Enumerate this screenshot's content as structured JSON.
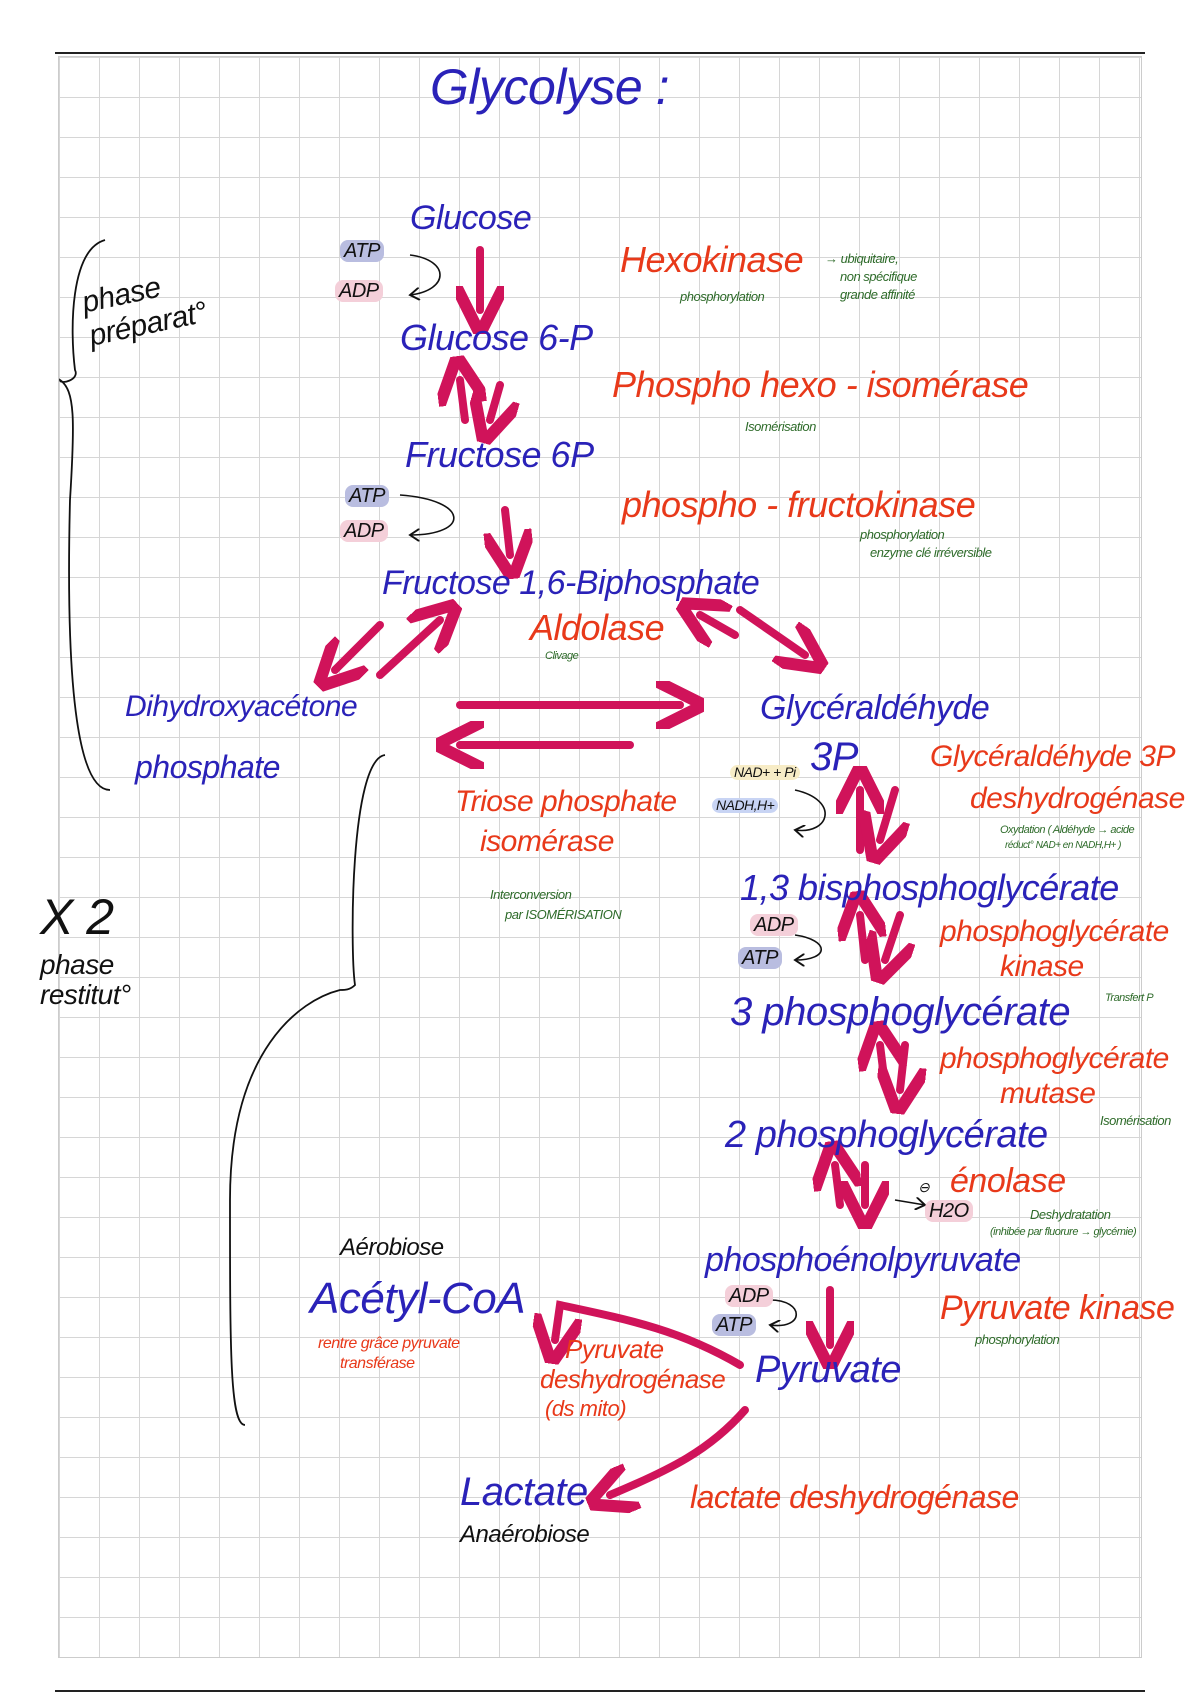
{
  "title": "Glycolyse :",
  "phases": {
    "preparation": "phase préparat°",
    "restitution_multiplier": "X 2",
    "restitution": "phase restitut°"
  },
  "metabolites": {
    "glucose": "Glucose",
    "glucose6p": "Glucose 6-P",
    "fructose6p": "Fructose 6P",
    "fructose16bp": "Fructose 1,6-Biphosphate",
    "dhap_1": "Dihydroxyacétone",
    "dhap_2": "phosphate",
    "g3p_1": "Glycéraldéhyde",
    "g3p_2": "3P",
    "bpg13": "1,3 bisphosphoglycérate",
    "pg3": "3 phosphoglycérate",
    "pg2": "2 phosphoglycérate",
    "pep": "phosphoénolpyruvate",
    "pyruvate": "Pyruvate",
    "acetylcoa": "Acétyl-CoA",
    "lactate": "Lactate"
  },
  "cofactors": {
    "atp1": "ATP",
    "adp1": "ADP",
    "atp2": "ATP",
    "adp2": "ADP",
    "nad": "NAD+ + Pi",
    "nadh": "NADH,H+",
    "adp3": "ADP",
    "atp3": "ATP",
    "h2o": "H2O",
    "adp4": "ADP",
    "atp4": "ATP"
  },
  "enzymes": {
    "hexokinase": "Hexokinase",
    "phi": "Phospho hexo - isomérase",
    "pfk": "phospho - fructokinase",
    "aldolase": "Aldolase",
    "tpi_1": "Triose phosphate",
    "tpi_2": "isomérase",
    "gapdh_1": "Glycéraldéhyde 3P",
    "gapdh_2": "deshydrogénase",
    "pgk_1": "phosphoglycérate",
    "pgk_2": "kinase",
    "pgm_1": "phosphoglycérate",
    "pgm_2": "mutase",
    "enolase": "énolase",
    "pk": "Pyruvate kinase",
    "pdh_1": "Pyruvate",
    "pdh_2": "deshydrogénase",
    "pdh_3": "(ds mito)",
    "ldh": "lactate deshydrogénase"
  },
  "notes": {
    "hexokinase_reaction": "phosphorylation",
    "hexokinase_props_1": "→ ubiquitaire,",
    "hexokinase_props_2": "non spécifique",
    "hexokinase_props_3": "grande affinité",
    "phi_reaction": "Isomérisation",
    "pfk_reaction": "phosphorylation",
    "pfk_props": "enzyme clé irréversible",
    "aldolase_reaction": "Clivage",
    "tpi_reaction_1": "Interconversion",
    "tpi_reaction_2": "par ISOMÉRISATION",
    "gapdh_reaction_1": "Oxydation ( Aldéhyde → acide",
    "gapdh_reaction_2": "réduct° NAD+ en NADH,H+ )",
    "pgk_reaction": "Transfert P",
    "pgm_reaction": "Isomérisation",
    "enolase_reaction_1": "Deshydratation",
    "enolase_reaction_2": "(inhibée par fluorure → glycémie)",
    "pk_reaction": "phosphorylation",
    "enolase_minus": "⊖",
    "aerobiose": "Aérobiose",
    "anaerobiose": "Anaérobiose",
    "acetylcoa_note_1": "rentre grâce pyruvate",
    "acetylcoa_note_2": "transférase"
  },
  "colors": {
    "metabolite": "#2a22b8",
    "enzyme": "#e8391a",
    "note": "#2e6b2a",
    "arrow": "#d0135a"
  }
}
